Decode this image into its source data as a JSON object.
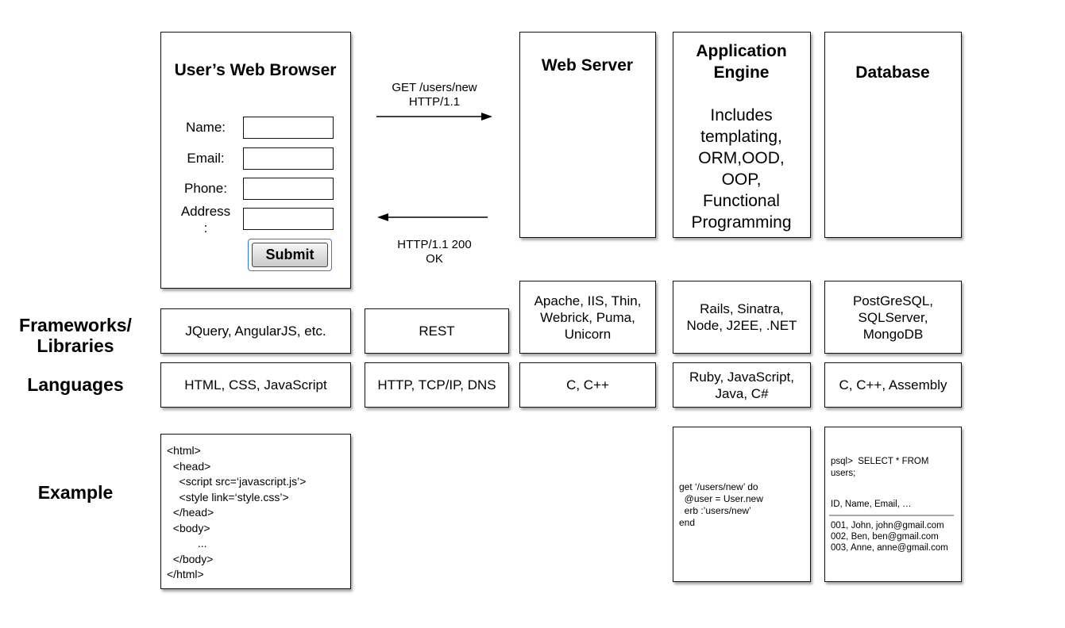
{
  "browser": {
    "title": "User’s Web Browser",
    "form": {
      "name_label": "Name:",
      "email_label": "Email:",
      "phone_label": "Phone:",
      "address_label": "Address\n:",
      "submit_label": "Submit"
    }
  },
  "request": {
    "text": "GET /users/new\nHTTP/1.1"
  },
  "response": {
    "text": "HTTP/1.1 200\nOK"
  },
  "web_server": {
    "title": "Web Server"
  },
  "app_engine": {
    "title": "Application\nEngine",
    "description": "Includes\ntemplating,\nORM,OOD,\nOOP,\nFunctional\nProgramming"
  },
  "database": {
    "title": "Database"
  },
  "rows": {
    "frameworks_label": "Frameworks/\nLibraries",
    "languages_label": "Languages",
    "example_label": "Example"
  },
  "frameworks": {
    "browser": "JQuery, AngularJS, etc.",
    "protocol": "REST",
    "web_server": "Apache, IIS, Thin,\nWebrick, Puma,\nUnicorn",
    "app_engine": "Rails, Sinatra,\nNode, J2EE, .NET",
    "database": "PostGreSQL,\nSQLServer,\nMongoDB"
  },
  "languages": {
    "browser": "HTML, CSS, JavaScript",
    "protocol": "HTTP, TCP/IP, DNS",
    "web_server": "C, C++",
    "app_engine": "Ruby, JavaScript,\nJava, C#",
    "database": "C, C++, Assembly"
  },
  "examples": {
    "browser": "<html>\n  <head>\n    <script src=‘javascript.js’>\n    <style link=‘style.css’>\n  </head>\n  <body>\n          ...\n  </body>\n</html>",
    "app_engine": "get ‘/users/new’ do\n  @user = User.new\n  erb :’users/new’\nend",
    "database_query": "psql>  SELECT * FROM\nusers;",
    "database_header": "ID, Name, Email, …",
    "database_rows": "001, John, john@gmail.com\n002, Ben, ben@gmail.com\n003, Anne, anne@gmail.com"
  }
}
